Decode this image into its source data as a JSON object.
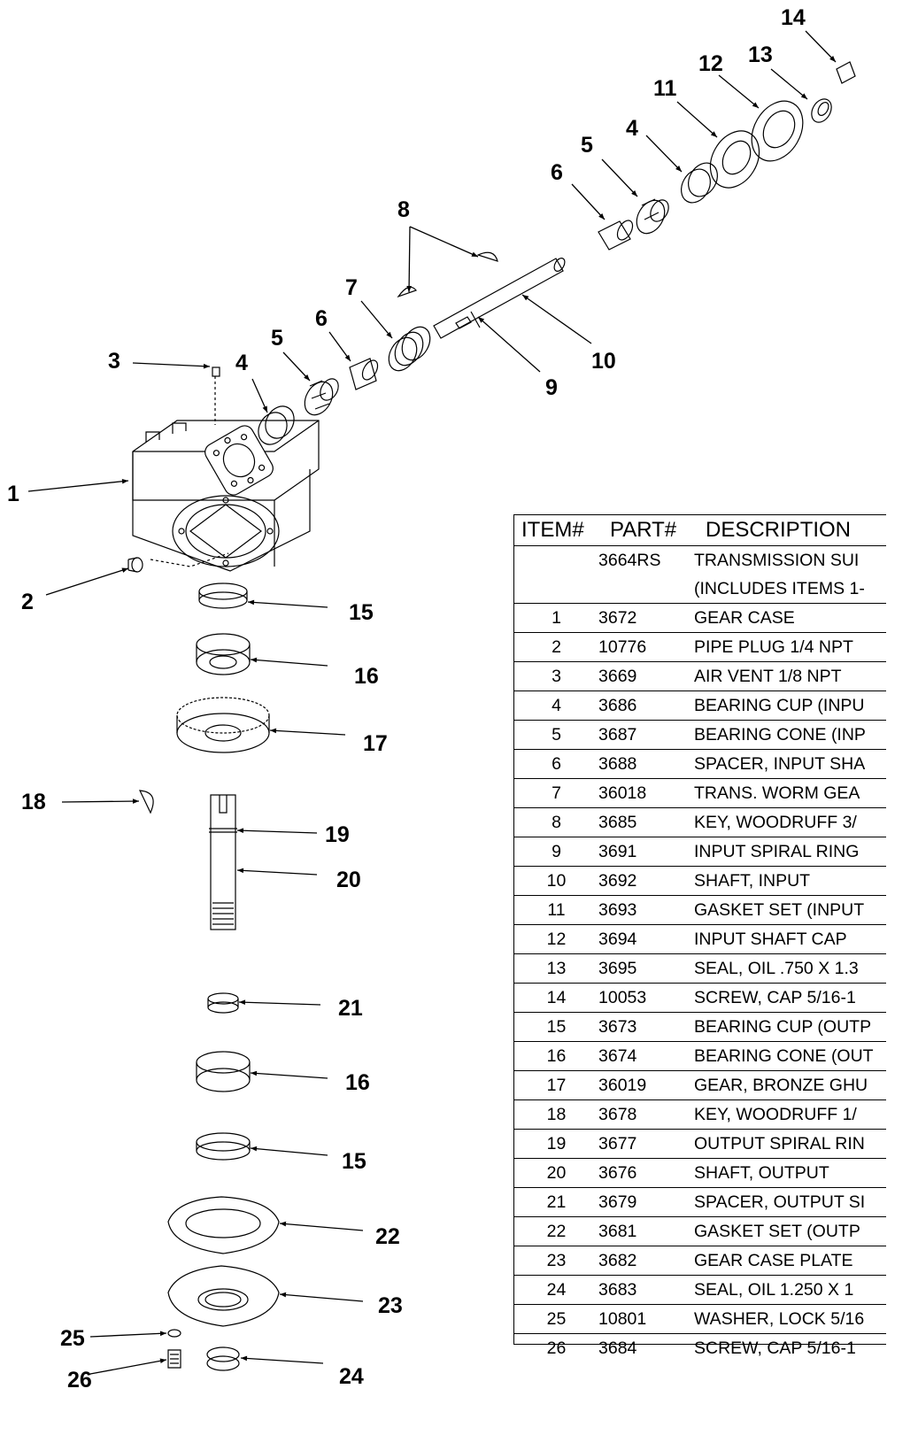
{
  "callouts": {
    "n1": "1",
    "n2": "2",
    "n3": "3",
    "n4a": "4",
    "n4b": "4",
    "n5a": "5",
    "n5b": "5",
    "n6a": "6",
    "n6b": "6",
    "n7": "7",
    "n8": "8",
    "n9": "9",
    "n10": "10",
    "n11": "11",
    "n12": "12",
    "n13": "13",
    "n14": "14",
    "n15a": "15",
    "n15b": "15",
    "n16a": "16",
    "n16b": "16",
    "n17": "17",
    "n18": "18",
    "n19": "19",
    "n20": "20",
    "n21": "21",
    "n22": "22",
    "n23": "23",
    "n24": "24",
    "n25": "25",
    "n26": "26"
  },
  "table": {
    "headers": {
      "item": "ITEM#",
      "part": "PART#",
      "desc": "DESCRIPTION"
    },
    "assembly": {
      "part": "3664RS",
      "desc1": "TRANSMISSION SUI",
      "desc2": "(INCLUDES ITEMS 1-"
    },
    "rows": [
      {
        "item": "1",
        "part": "3672",
        "desc": "GEAR CASE"
      },
      {
        "item": "2",
        "part": "10776",
        "desc": "PIPE PLUG 1/4 NPT"
      },
      {
        "item": "3",
        "part": "3669",
        "desc": "AIR VENT 1/8 NPT"
      },
      {
        "item": "4",
        "part": "3686",
        "desc": "BEARING CUP (INPU"
      },
      {
        "item": "5",
        "part": "3687",
        "desc": "BEARING CONE (INP"
      },
      {
        "item": "6",
        "part": "3688",
        "desc": "SPACER, INPUT SHA"
      },
      {
        "item": "7",
        "part": "36018",
        "desc": "TRANS. WORM GEA"
      },
      {
        "item": "8",
        "part": "3685",
        "desc": "KEY, WOODRUFF 3/"
      },
      {
        "item": "9",
        "part": "3691",
        "desc": "INPUT SPIRAL RING"
      },
      {
        "item": "10",
        "part": "3692",
        "desc": "SHAFT, INPUT"
      },
      {
        "item": "11",
        "part": "3693",
        "desc": "GASKET SET (INPUT"
      },
      {
        "item": "12",
        "part": "3694",
        "desc": "INPUT SHAFT CAP"
      },
      {
        "item": "13",
        "part": "3695",
        "desc": "SEAL, OIL .750 X 1.3"
      },
      {
        "item": "14",
        "part": "10053",
        "desc": "SCREW, CAP 5/16-1"
      },
      {
        "item": "15",
        "part": "3673",
        "desc": "BEARING CUP (OUTP"
      },
      {
        "item": "16",
        "part": "3674",
        "desc": "BEARING CONE (OUT"
      },
      {
        "item": "17",
        "part": "36019",
        "desc": "GEAR, BRONZE GHU"
      },
      {
        "item": "18",
        "part": "3678",
        "desc": "KEY, WOODRUFF 1/"
      },
      {
        "item": "19",
        "part": "3677",
        "desc": "OUTPUT SPIRAL RIN"
      },
      {
        "item": "20",
        "part": "3676",
        "desc": "SHAFT, OUTPUT"
      },
      {
        "item": "21",
        "part": "3679",
        "desc": "SPACER, OUTPUT SI"
      },
      {
        "item": "22",
        "part": "3681",
        "desc": "GASKET SET (OUTP"
      },
      {
        "item": "23",
        "part": "3682",
        "desc": "GEAR CASE PLATE"
      },
      {
        "item": "24",
        "part": "3683",
        "desc": "SEAL, OIL 1.250 X 1"
      },
      {
        "item": "25",
        "part": "10801",
        "desc": "WASHER, LOCK 5/16"
      },
      {
        "item": "26",
        "part": "3684",
        "desc": "SCREW, CAP 5/16-1"
      }
    ]
  }
}
